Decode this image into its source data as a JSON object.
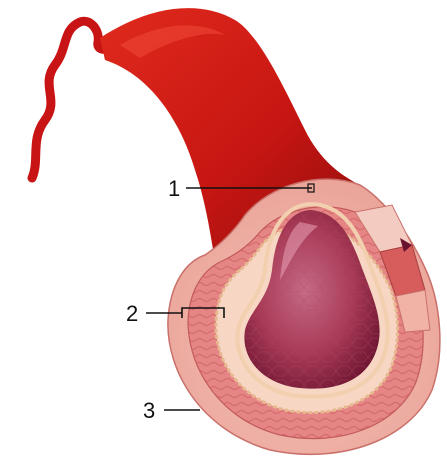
{
  "diagram": {
    "labels": [
      {
        "id": "1",
        "text": "1"
      },
      {
        "id": "2",
        "text": "2"
      },
      {
        "id": "3",
        "text": "3"
      }
    ],
    "colors": {
      "background": "#ffffff",
      "vessel_red": "#c81414",
      "vessel_dark": "#8e0c0c",
      "outer_layer": "#f2b0a8",
      "middle_layer": "#e47f7f",
      "inner_layer": "#f7d3c1",
      "lumen": "#a83a55",
      "lumen_dark": "#6a1330",
      "label_text": "#111111"
    }
  }
}
